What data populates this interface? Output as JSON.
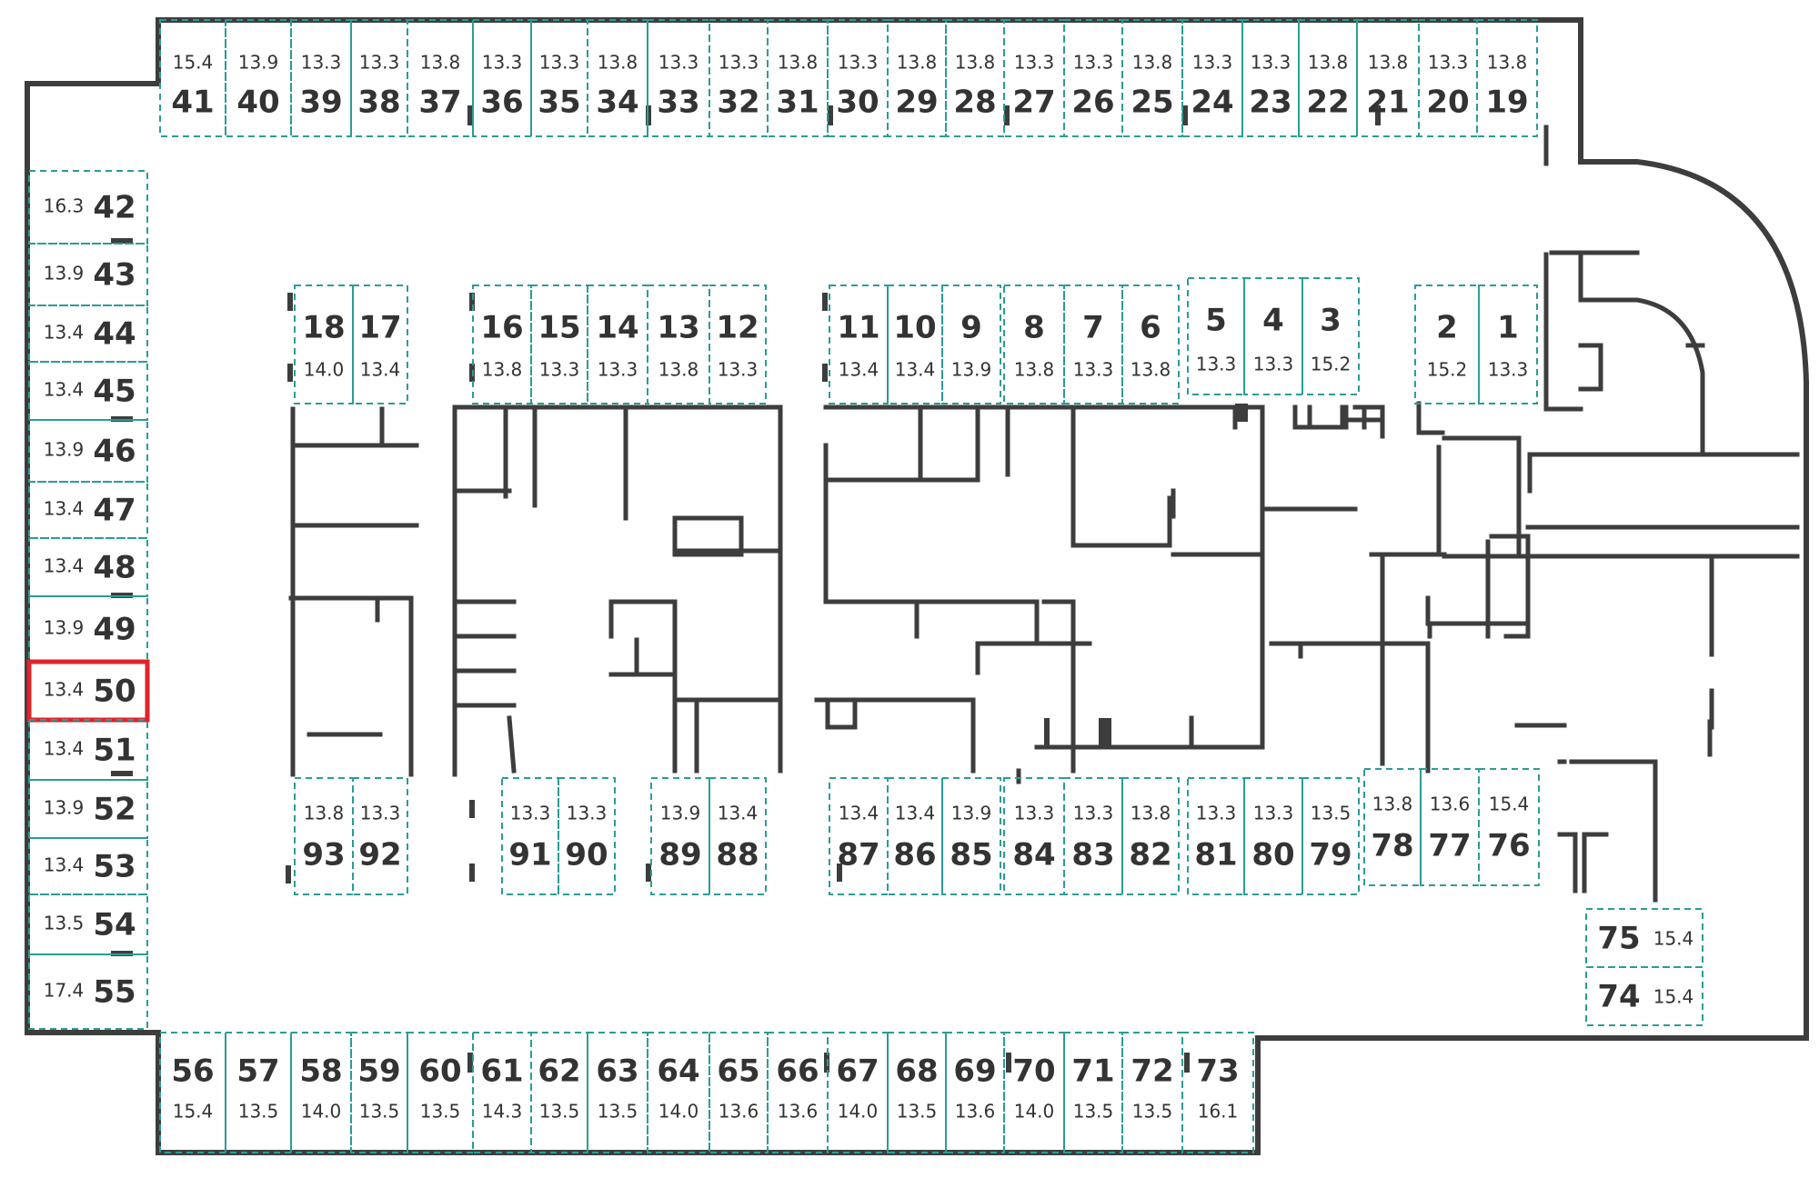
{
  "plan": {
    "highlighted": "50",
    "colors": {
      "slot_border": "#2a9d95",
      "highlight": "#e0232b",
      "wall": "#3d3d3d",
      "text": "#333333"
    },
    "top_row": [
      {
        "n": "41",
        "a": "15.4"
      },
      {
        "n": "40",
        "a": "13.9"
      },
      {
        "n": "39",
        "a": "13.3"
      },
      {
        "n": "38",
        "a": "13.3"
      },
      {
        "n": "37",
        "a": "13.8"
      },
      {
        "n": "36",
        "a": "13.3"
      },
      {
        "n": "35",
        "a": "13.3"
      },
      {
        "n": "34",
        "a": "13.8"
      },
      {
        "n": "33",
        "a": "13.3"
      },
      {
        "n": "32",
        "a": "13.3"
      },
      {
        "n": "31",
        "a": "13.8"
      },
      {
        "n": "30",
        "a": "13.3"
      },
      {
        "n": "29",
        "a": "13.8"
      },
      {
        "n": "28",
        "a": "13.8"
      },
      {
        "n": "27",
        "a": "13.3"
      },
      {
        "n": "26",
        "a": "13.3"
      },
      {
        "n": "25",
        "a": "13.8"
      },
      {
        "n": "24",
        "a": "13.3"
      },
      {
        "n": "23",
        "a": "13.3"
      },
      {
        "n": "22",
        "a": "13.8"
      },
      {
        "n": "21",
        "a": "13.8"
      },
      {
        "n": "20",
        "a": "13.3"
      },
      {
        "n": "19",
        "a": "13.8"
      }
    ],
    "left_column": [
      {
        "n": "42",
        "a": "16.3"
      },
      {
        "n": "43",
        "a": "13.9"
      },
      {
        "n": "44",
        "a": "13.4"
      },
      {
        "n": "45",
        "a": "13.4"
      },
      {
        "n": "46",
        "a": "13.9"
      },
      {
        "n": "47",
        "a": "13.4"
      },
      {
        "n": "48",
        "a": "13.4"
      },
      {
        "n": "49",
        "a": "13.9"
      },
      {
        "n": "50",
        "a": "13.4"
      },
      {
        "n": "51",
        "a": "13.4"
      },
      {
        "n": "52",
        "a": "13.9"
      },
      {
        "n": "53",
        "a": "13.4"
      },
      {
        "n": "54",
        "a": "13.5"
      },
      {
        "n": "55",
        "a": "17.4"
      }
    ],
    "mid_top": [
      {
        "n": "18",
        "a": "14.0"
      },
      {
        "n": "17",
        "a": "13.4"
      },
      {
        "n": "16",
        "a": "13.8"
      },
      {
        "n": "15",
        "a": "13.3"
      },
      {
        "n": "14",
        "a": "13.3"
      },
      {
        "n": "13",
        "a": "13.8"
      },
      {
        "n": "12",
        "a": "13.3"
      },
      {
        "n": "11",
        "a": "13.4"
      },
      {
        "n": "10",
        "a": "13.4"
      },
      {
        "n": "9",
        "a": "13.9"
      },
      {
        "n": "8",
        "a": "13.8"
      },
      {
        "n": "7",
        "a": "13.3"
      },
      {
        "n": "6",
        "a": "13.8"
      },
      {
        "n": "5",
        "a": "13.3"
      },
      {
        "n": "4",
        "a": "13.3"
      },
      {
        "n": "3",
        "a": "15.2"
      },
      {
        "n": "2",
        "a": "15.2"
      },
      {
        "n": "1",
        "a": "13.3"
      }
    ],
    "mid_bottom": [
      {
        "n": "93",
        "a": "13.8"
      },
      {
        "n": "92",
        "a": "13.3"
      },
      {
        "n": "91",
        "a": "13.3"
      },
      {
        "n": "90",
        "a": "13.3"
      },
      {
        "n": "89",
        "a": "13.9"
      },
      {
        "n": "88",
        "a": "13.4"
      },
      {
        "n": "87",
        "a": "13.4"
      },
      {
        "n": "86",
        "a": "13.4"
      },
      {
        "n": "85",
        "a": "13.9"
      },
      {
        "n": "84",
        "a": "13.3"
      },
      {
        "n": "83",
        "a": "13.3"
      },
      {
        "n": "82",
        "a": "13.8"
      },
      {
        "n": "81",
        "a": "13.3"
      },
      {
        "n": "80",
        "a": "13.3"
      },
      {
        "n": "79",
        "a": "13.5"
      },
      {
        "n": "78",
        "a": "13.8"
      },
      {
        "n": "77",
        "a": "13.6"
      },
      {
        "n": "76",
        "a": "15.4"
      }
    ],
    "right_column": [
      {
        "n": "75",
        "a": "15.4"
      },
      {
        "n": "74",
        "a": "15.4"
      }
    ],
    "bottom_row": [
      {
        "n": "56",
        "a": "15.4"
      },
      {
        "n": "57",
        "a": "13.5"
      },
      {
        "n": "58",
        "a": "14.0"
      },
      {
        "n": "59",
        "a": "13.5"
      },
      {
        "n": "60",
        "a": "13.5"
      },
      {
        "n": "61",
        "a": "14.3"
      },
      {
        "n": "62",
        "a": "13.5"
      },
      {
        "n": "63",
        "a": "13.5"
      },
      {
        "n": "64",
        "a": "14.0"
      },
      {
        "n": "65",
        "a": "13.6"
      },
      {
        "n": "66",
        "a": "13.6"
      },
      {
        "n": "67",
        "a": "14.0"
      },
      {
        "n": "68",
        "a": "13.5"
      },
      {
        "n": "69",
        "a": "13.6"
      },
      {
        "n": "70",
        "a": "14.0"
      },
      {
        "n": "71",
        "a": "13.5"
      },
      {
        "n": "72",
        "a": "13.5"
      },
      {
        "n": "73",
        "a": "16.1"
      }
    ]
  }
}
